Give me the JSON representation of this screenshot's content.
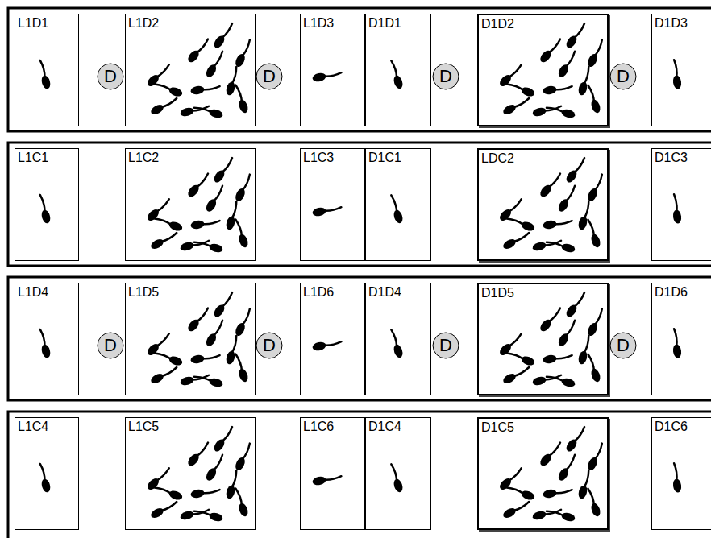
{
  "diagram": {
    "nodes": [
      {
        "text": [
          "L1D1"
        ]
      },
      {
        "text": [
          "D"
        ]
      },
      {
        "text": [
          "L1D2"
        ]
      },
      {
        "text": [
          "D"
        ]
      },
      {
        "text": [
          "L1D3"
        ]
      },
      {
        "text": [
          "D1D1"
        ]
      },
      {
        "text": [
          "D"
        ]
      },
      {
        "text": [
          "D1D2"
        ]
      },
      {
        "text": [
          "D"
        ]
      },
      {
        "text": [
          "D1D3"
        ]
      },
      {
        "text": [
          "L1C1"
        ]
      },
      {
        "text": [
          "L1C2"
        ]
      },
      {
        "text": [
          "L1C3"
        ]
      },
      {
        "text": [
          "D1C1"
        ]
      },
      {
        "text": [
          "LDC2"
        ]
      },
      {
        "text": [
          "D1C3"
        ]
      },
      {
        "text": [
          "L1D4"
        ]
      },
      {
        "text": [
          "D"
        ]
      },
      {
        "text": [
          "L1D5"
        ]
      },
      {
        "text": [
          "D"
        ]
      },
      {
        "text": [
          "L1D6"
        ]
      },
      {
        "text": [
          "D1D4"
        ]
      },
      {
        "text": [
          "D"
        ]
      },
      {
        "text": [
          "D1D5"
        ]
      },
      {
        "text": [
          "D"
        ]
      },
      {
        "text": [
          "D1D6"
        ]
      },
      {
        "text": [
          "L1C4"
        ]
      },
      {
        "text": [
          "L1C5"
        ]
      },
      {
        "text": [
          "L1C6"
        ]
      },
      {
        "text": [
          "D1C4"
        ]
      },
      {
        "text": [
          "D1C5"
        ]
      },
      {
        "text": [
          "D1C6"
        ]
      }
    ]
  }
}
